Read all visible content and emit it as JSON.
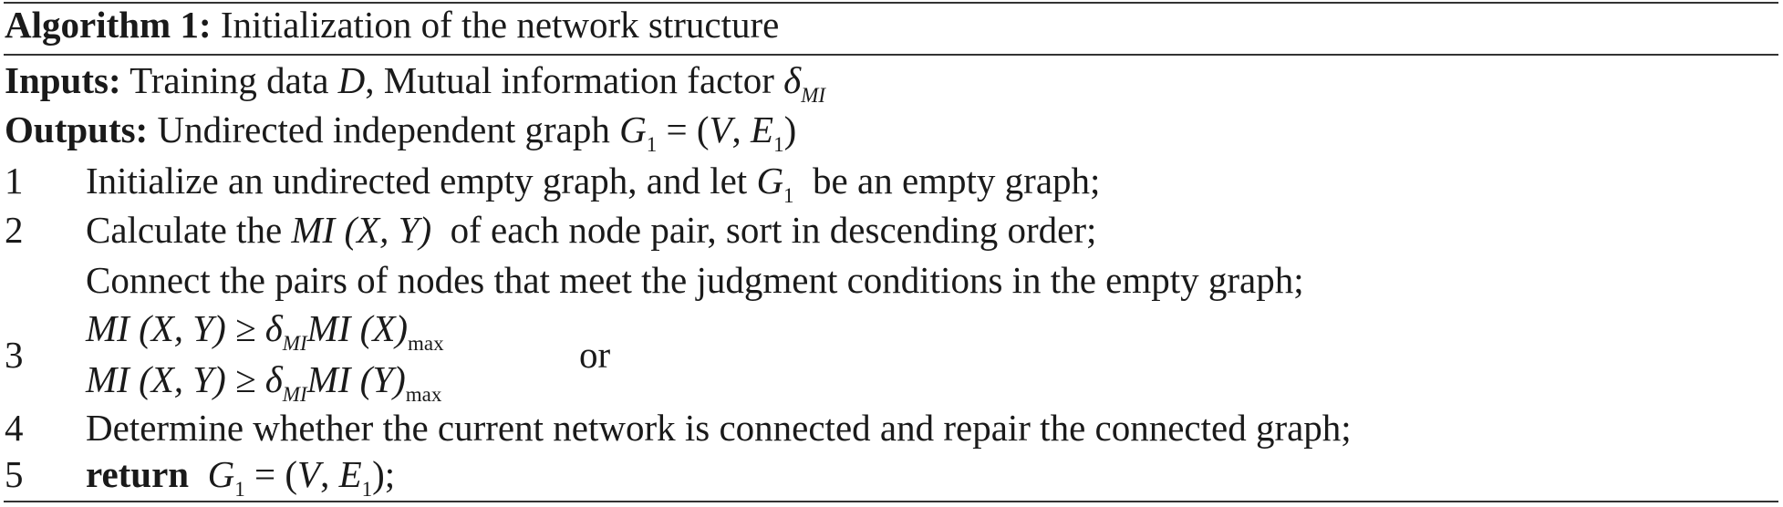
{
  "algorithm": {
    "label": "Algorithm 1:",
    "title": "Initialization of the network structure"
  },
  "inputs": {
    "label": "Inputs:",
    "text_a": "Training data",
    "var_d": "D",
    "text_b": ", Mutual information factor",
    "delta": "δ",
    "delta_sub": "MI"
  },
  "outputs": {
    "label": "Outputs:",
    "text": "Undirected independent graph",
    "g": "G",
    "g_sub": "1",
    "eq": "= (",
    "v": "V",
    "comma": ",",
    "e": "E",
    "e_sub": "1",
    "close": ")"
  },
  "steps": [
    {
      "num": "1",
      "text_a": "Initialize an undirected empty graph, and let",
      "g": "G",
      "g_sub": "1",
      "text_b": "be an empty graph;"
    },
    {
      "num": "2",
      "text_a": "Calculate the",
      "mi": "MI",
      "args": "(X, Y)",
      "text_b": "of each node pair, sort in descending order;"
    },
    {
      "num": "3",
      "line1": "Connect the pairs of nodes that meet the judgment conditions in the empty graph;",
      "cond1_mi": "MI",
      "cond1_args": "(X, Y) ≥ δ",
      "cond1_delta_sub": "MI",
      "cond1_rhs": "MI",
      "cond1_rhs_args": "(X)",
      "cond1_max": "max",
      "or": "or",
      "cond2_mi": "MI",
      "cond2_args": "(X, Y) ≥ δ",
      "cond2_delta_sub": "MI",
      "cond2_rhs": "MI",
      "cond2_rhs_args": "(Y)",
      "cond2_max": "max"
    },
    {
      "num": "4",
      "text": "Determine whether the current network is connected and repair the connected graph;"
    },
    {
      "num": "5",
      "keyword": "return",
      "g": "G",
      "g_sub": "1",
      "eq": "= (",
      "v": "V",
      "comma": ",",
      "e": "E",
      "e_sub": "1",
      "close": ");"
    }
  ]
}
